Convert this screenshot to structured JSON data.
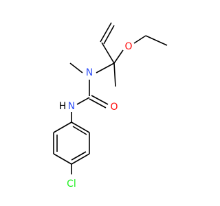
{
  "molecule": {
    "atoms": {
      "N_methyl": "N",
      "N_amide": "N",
      "H_amide": "H",
      "O_carbonyl": "O",
      "O_ether": "O",
      "Cl": "Cl"
    },
    "colors": {
      "bond": "#000000",
      "nitrogen": "#3050F8",
      "oxygen": "#FF0D0D",
      "chlorine": "#1FF01F",
      "hydrogen": "#000000"
    }
  }
}
